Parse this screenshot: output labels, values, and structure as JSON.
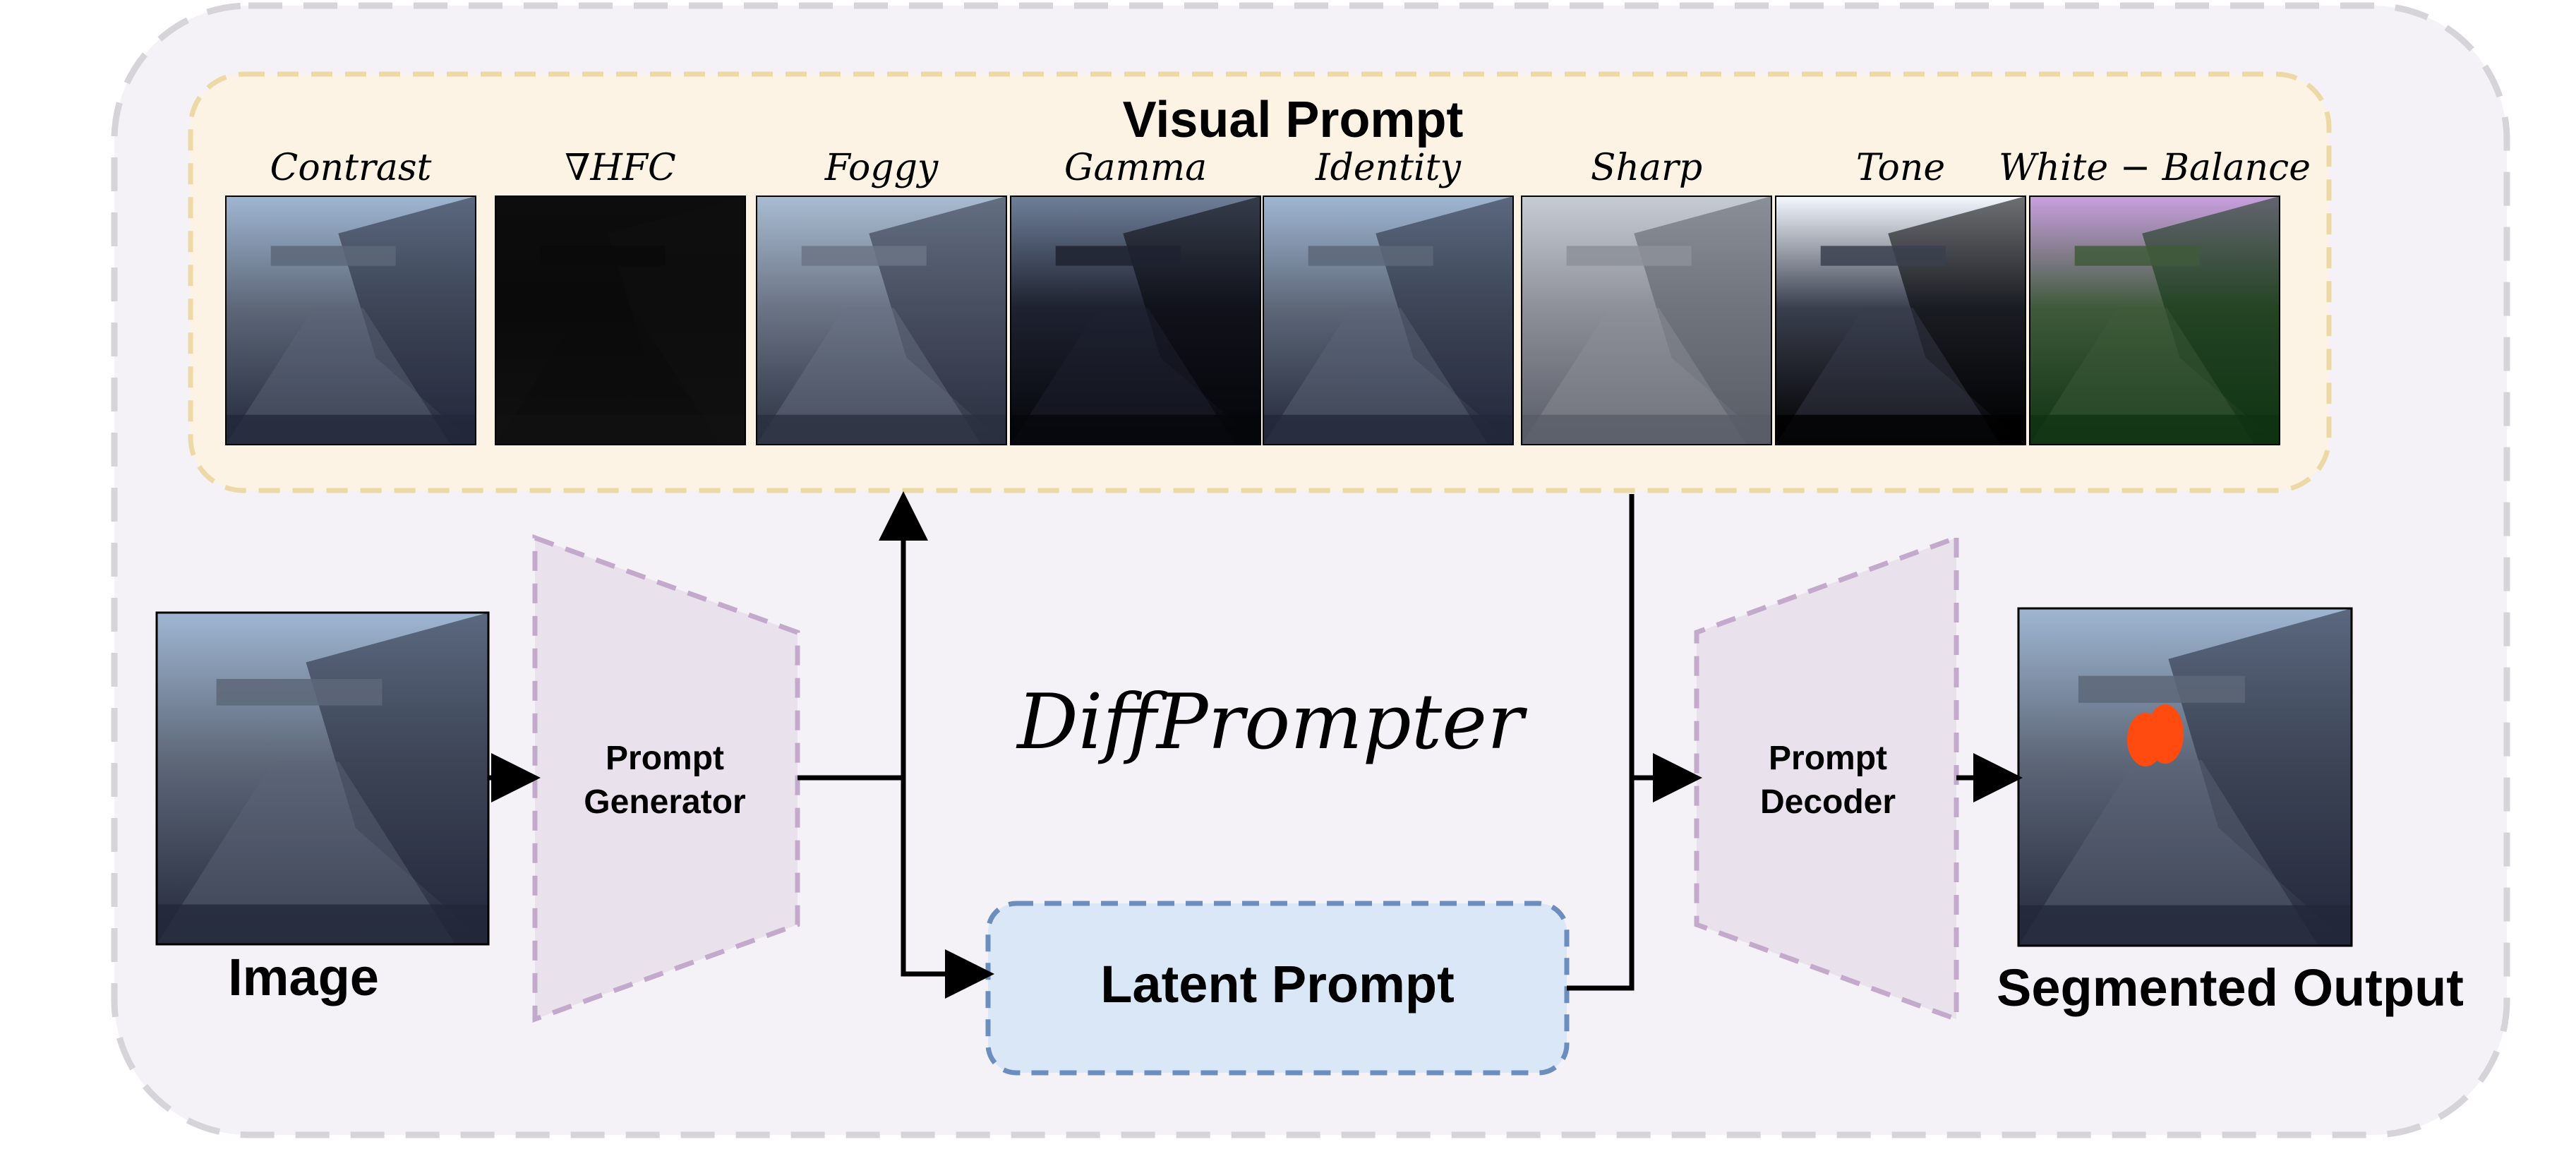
{
  "title": "Visual Prompt",
  "method_name": "DiffPrompter",
  "visual_prompt_labels": [
    "Contrast",
    "∇HFC",
    "Foggy",
    "Gamma",
    "Identity",
    "Sharp",
    "Tone",
    "White − Balance"
  ],
  "visual_prompt_tints": [
    {
      "top": "#9fb6d2",
      "mid": "#5d6778",
      "bottom": "#22283a"
    },
    {
      "top": "#0d0d0d",
      "mid": "#0a0a0a",
      "bottom": "#111111"
    },
    {
      "top": "#a9bcd2",
      "mid": "#6b7485",
      "bottom": "#2a3040"
    },
    {
      "top": "#6f7f99",
      "mid": "#1e2230",
      "bottom": "#05060a"
    },
    {
      "top": "#9fb6d2",
      "mid": "#5d6778",
      "bottom": "#22283a"
    },
    {
      "top": "#c7ccd4",
      "mid": "#8d9099",
      "bottom": "#585c66"
    },
    {
      "top": "#f4f8ff",
      "mid": "#3a3f4e",
      "bottom": "#000000"
    },
    {
      "top": "#c9a0e0",
      "mid": "#3f5a3a",
      "bottom": "#0f3312"
    }
  ],
  "input_label": "Image",
  "generator_label": [
    "Prompt",
    "Generator"
  ],
  "decoder_label": [
    "Prompt",
    "Decoder"
  ],
  "latent_label": "Latent Prompt",
  "output_label": "Segmented Output",
  "colors": {
    "outer_fill": "#f4f2f6",
    "outer_stroke": "#d6d3d9",
    "visual_fill": "#fcf3e4",
    "visual_stroke": "#ecd9a6",
    "trapezoid_fill": "#e9e1ec",
    "trapezoid_stroke": "#c3a9cc",
    "latent_fill": "#d9e7f7",
    "latent_stroke": "#6c8ebf",
    "segment_mask": "#ff4a10"
  }
}
